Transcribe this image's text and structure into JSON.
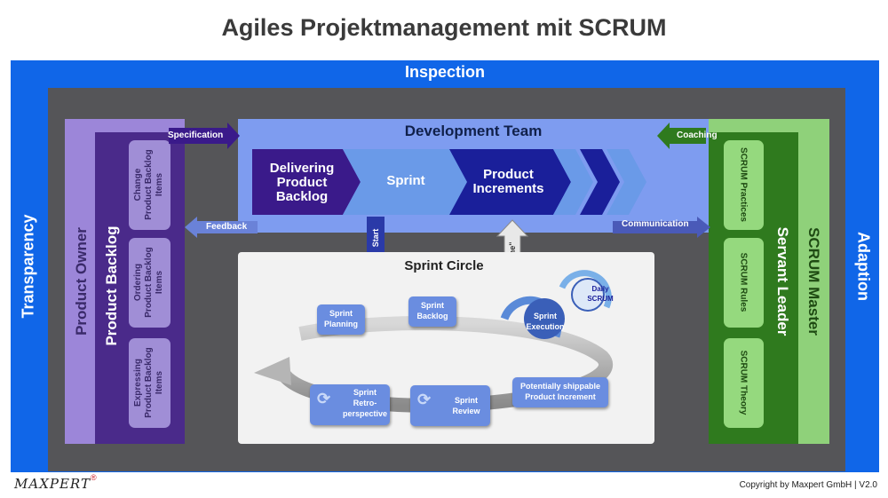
{
  "title": "Agiles Projektmanagement mit SCRUM",
  "inspection": "Inspection",
  "transparency": "Transparency",
  "adaption": "Adaption",
  "product_owner": {
    "role": "Product Owner",
    "backlog": "Product Backlog",
    "items": [
      "Change\nProduct Backlog\nItems",
      "Ordering\nProduct Backlog\nItems",
      "Expressing\nProduct Backlog\nItems"
    ]
  },
  "scrum_master": {
    "role": "SCRUM Master",
    "leader": "Servant Leader",
    "items": [
      "SCRUM Practices",
      "SCRUM Rules",
      "SCRUM Theory"
    ]
  },
  "development_team": {
    "title": "Development Team",
    "chevrons": [
      "Delivering\nProduct\nBacklog",
      "Sprint",
      "Product\nIncrements"
    ]
  },
  "arrows": {
    "specification": "Specification",
    "feedback": "Feedback",
    "coaching": "Coaching",
    "communication": "Communication",
    "start": "Start",
    "done": "\"Done\""
  },
  "sprint_circle": {
    "title": "Sprint Circle",
    "steps": {
      "planning": "Sprint\nPlanning",
      "backlog": "Sprint\nBacklog",
      "execution": "Sprint\nExecution",
      "daily": "Daily\nSCRUM",
      "increment": "Potentially shippable\nProduct Increment",
      "review": "Sprint\nReview",
      "retro": "Sprint\nRetro-\nperspective"
    }
  },
  "footer": {
    "logo": "MAXPERT",
    "copyright": "Copyright by Maxpert GmbH | V2.0"
  },
  "colors": {
    "outer_blue": "#1066e8",
    "gray": "#555558",
    "purple_dark": "#4a2a8a",
    "purple_light": "#9c86d9",
    "green_dark": "#2f7a1e",
    "green_light": "#8fd17a",
    "navy": "#1a1f9a",
    "logo_red": "#d0202a"
  }
}
